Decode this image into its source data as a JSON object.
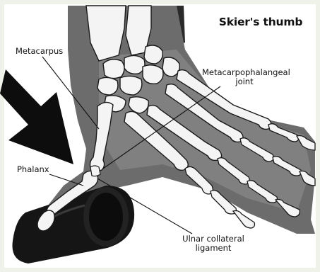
{
  "title": "Skier's thumb",
  "labels": {
    "metacarpus": "Metacarpus",
    "mcp_joint_line1": "Metacarpophalangeal",
    "mcp_joint_line2": "joint",
    "phalanx": "Phalanx",
    "ucl_line1": "Ulnar collateral",
    "ucl_line2": "ligament"
  },
  "colors": {
    "hand_shadow": "#5d5d5d",
    "hand_skin": "#7a7a7a",
    "bone": "#f4f4f4",
    "bone_outline": "#1a1a1a",
    "arrow": "#0d0d0d",
    "pole": "#141414",
    "frame": "#eef2e9"
  }
}
